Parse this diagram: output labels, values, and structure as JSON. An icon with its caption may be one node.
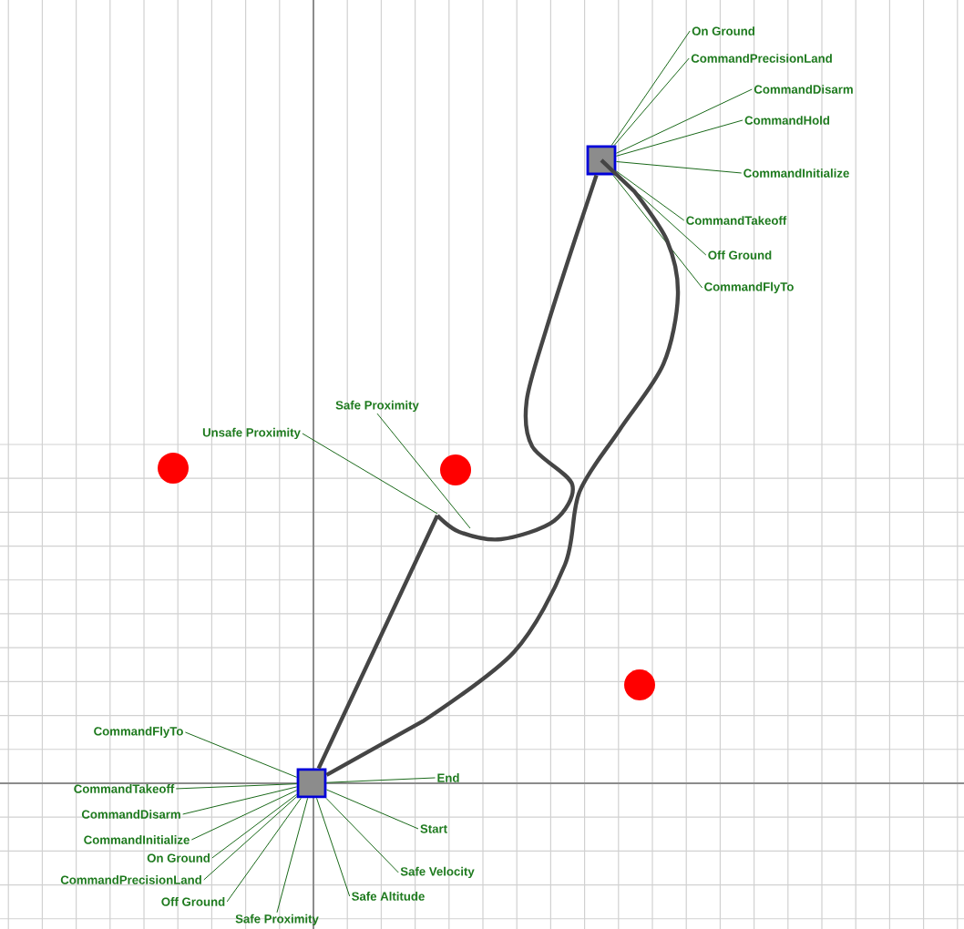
{
  "diagram": {
    "nodes": [
      {
        "text": [],
        "shape": "box"
      },
      {
        "text": [
          "On Ground"
        ]
      },
      {
        "text": [
          "CommandPrecisionLand"
        ]
      },
      {
        "text": [
          "CommandDisarm"
        ]
      },
      {
        "text": [
          "CommandHold"
        ]
      },
      {
        "text": [
          "CommandInitialize"
        ]
      },
      {
        "text": [
          "CommandTakeoff"
        ]
      },
      {
        "text": [
          "Off Ground"
        ]
      },
      {
        "text": [
          "CommandFlyTo"
        ]
      },
      {
        "text": [
          "Safe Proximity"
        ]
      },
      {
        "text": [
          "Unsafe Proximity"
        ]
      },
      {
        "text": [],
        "shape": "box"
      },
      {
        "text": [
          "CommandFlyTo"
        ]
      },
      {
        "text": [
          "End"
        ]
      },
      {
        "text": [
          "CommandTakeoff"
        ]
      },
      {
        "text": [
          "CommandDisarm"
        ]
      },
      {
        "text": [
          "CommandInitialize"
        ]
      },
      {
        "text": [
          "Start"
        ]
      },
      {
        "text": [
          "On Ground"
        ]
      },
      {
        "text": [
          "CommandPrecisionLand"
        ]
      },
      {
        "text": [
          "Off Ground"
        ]
      },
      {
        "text": [
          "Safe Velocity"
        ]
      },
      {
        "text": [
          "Safe Proximity"
        ]
      },
      {
        "text": [
          "Safe Altitude"
        ]
      }
    ],
    "edges": [
      {
        "from": 1,
        "to": 0,
        "arrow": "none"
      },
      {
        "from": 2,
        "to": 0,
        "arrow": "none"
      },
      {
        "from": 3,
        "to": 0,
        "arrow": "none"
      },
      {
        "from": 4,
        "to": 0,
        "arrow": "none"
      },
      {
        "from": 5,
        "to": 0,
        "arrow": "none"
      },
      {
        "from": 6,
        "to": 0,
        "arrow": "none"
      },
      {
        "from": 7,
        "to": 0,
        "arrow": "none"
      },
      {
        "from": 8,
        "to": 0,
        "arrow": "none"
      },
      {
        "from": 9,
        "to": null,
        "arrow": "none"
      },
      {
        "from": 10,
        "to": null,
        "arrow": "none"
      },
      {
        "from": 12,
        "to": 11,
        "arrow": "none"
      },
      {
        "from": 13,
        "to": 11,
        "arrow": "none"
      },
      {
        "from": 14,
        "to": 11,
        "arrow": "none"
      },
      {
        "from": 15,
        "to": 11,
        "arrow": "none"
      },
      {
        "from": 16,
        "to": 11,
        "arrow": "none"
      },
      {
        "from": 17,
        "to": 11,
        "arrow": "none"
      },
      {
        "from": 18,
        "to": 11,
        "arrow": "none"
      },
      {
        "from": 19,
        "to": 11,
        "arrow": "none"
      },
      {
        "from": 20,
        "to": 11,
        "arrow": "none"
      },
      {
        "from": 21,
        "to": 11,
        "arrow": "none"
      },
      {
        "from": 22,
        "to": 11,
        "arrow": "none"
      },
      {
        "from": 23,
        "to": 11,
        "arrow": "none"
      },
      {
        "from": 11,
        "to": 0,
        "arrow": "none",
        "style": "thick",
        "color": "#454545"
      },
      {
        "from": 0,
        "to": 11,
        "arrow": "none",
        "style": "thick",
        "color": "#454545"
      }
    ]
  }
}
